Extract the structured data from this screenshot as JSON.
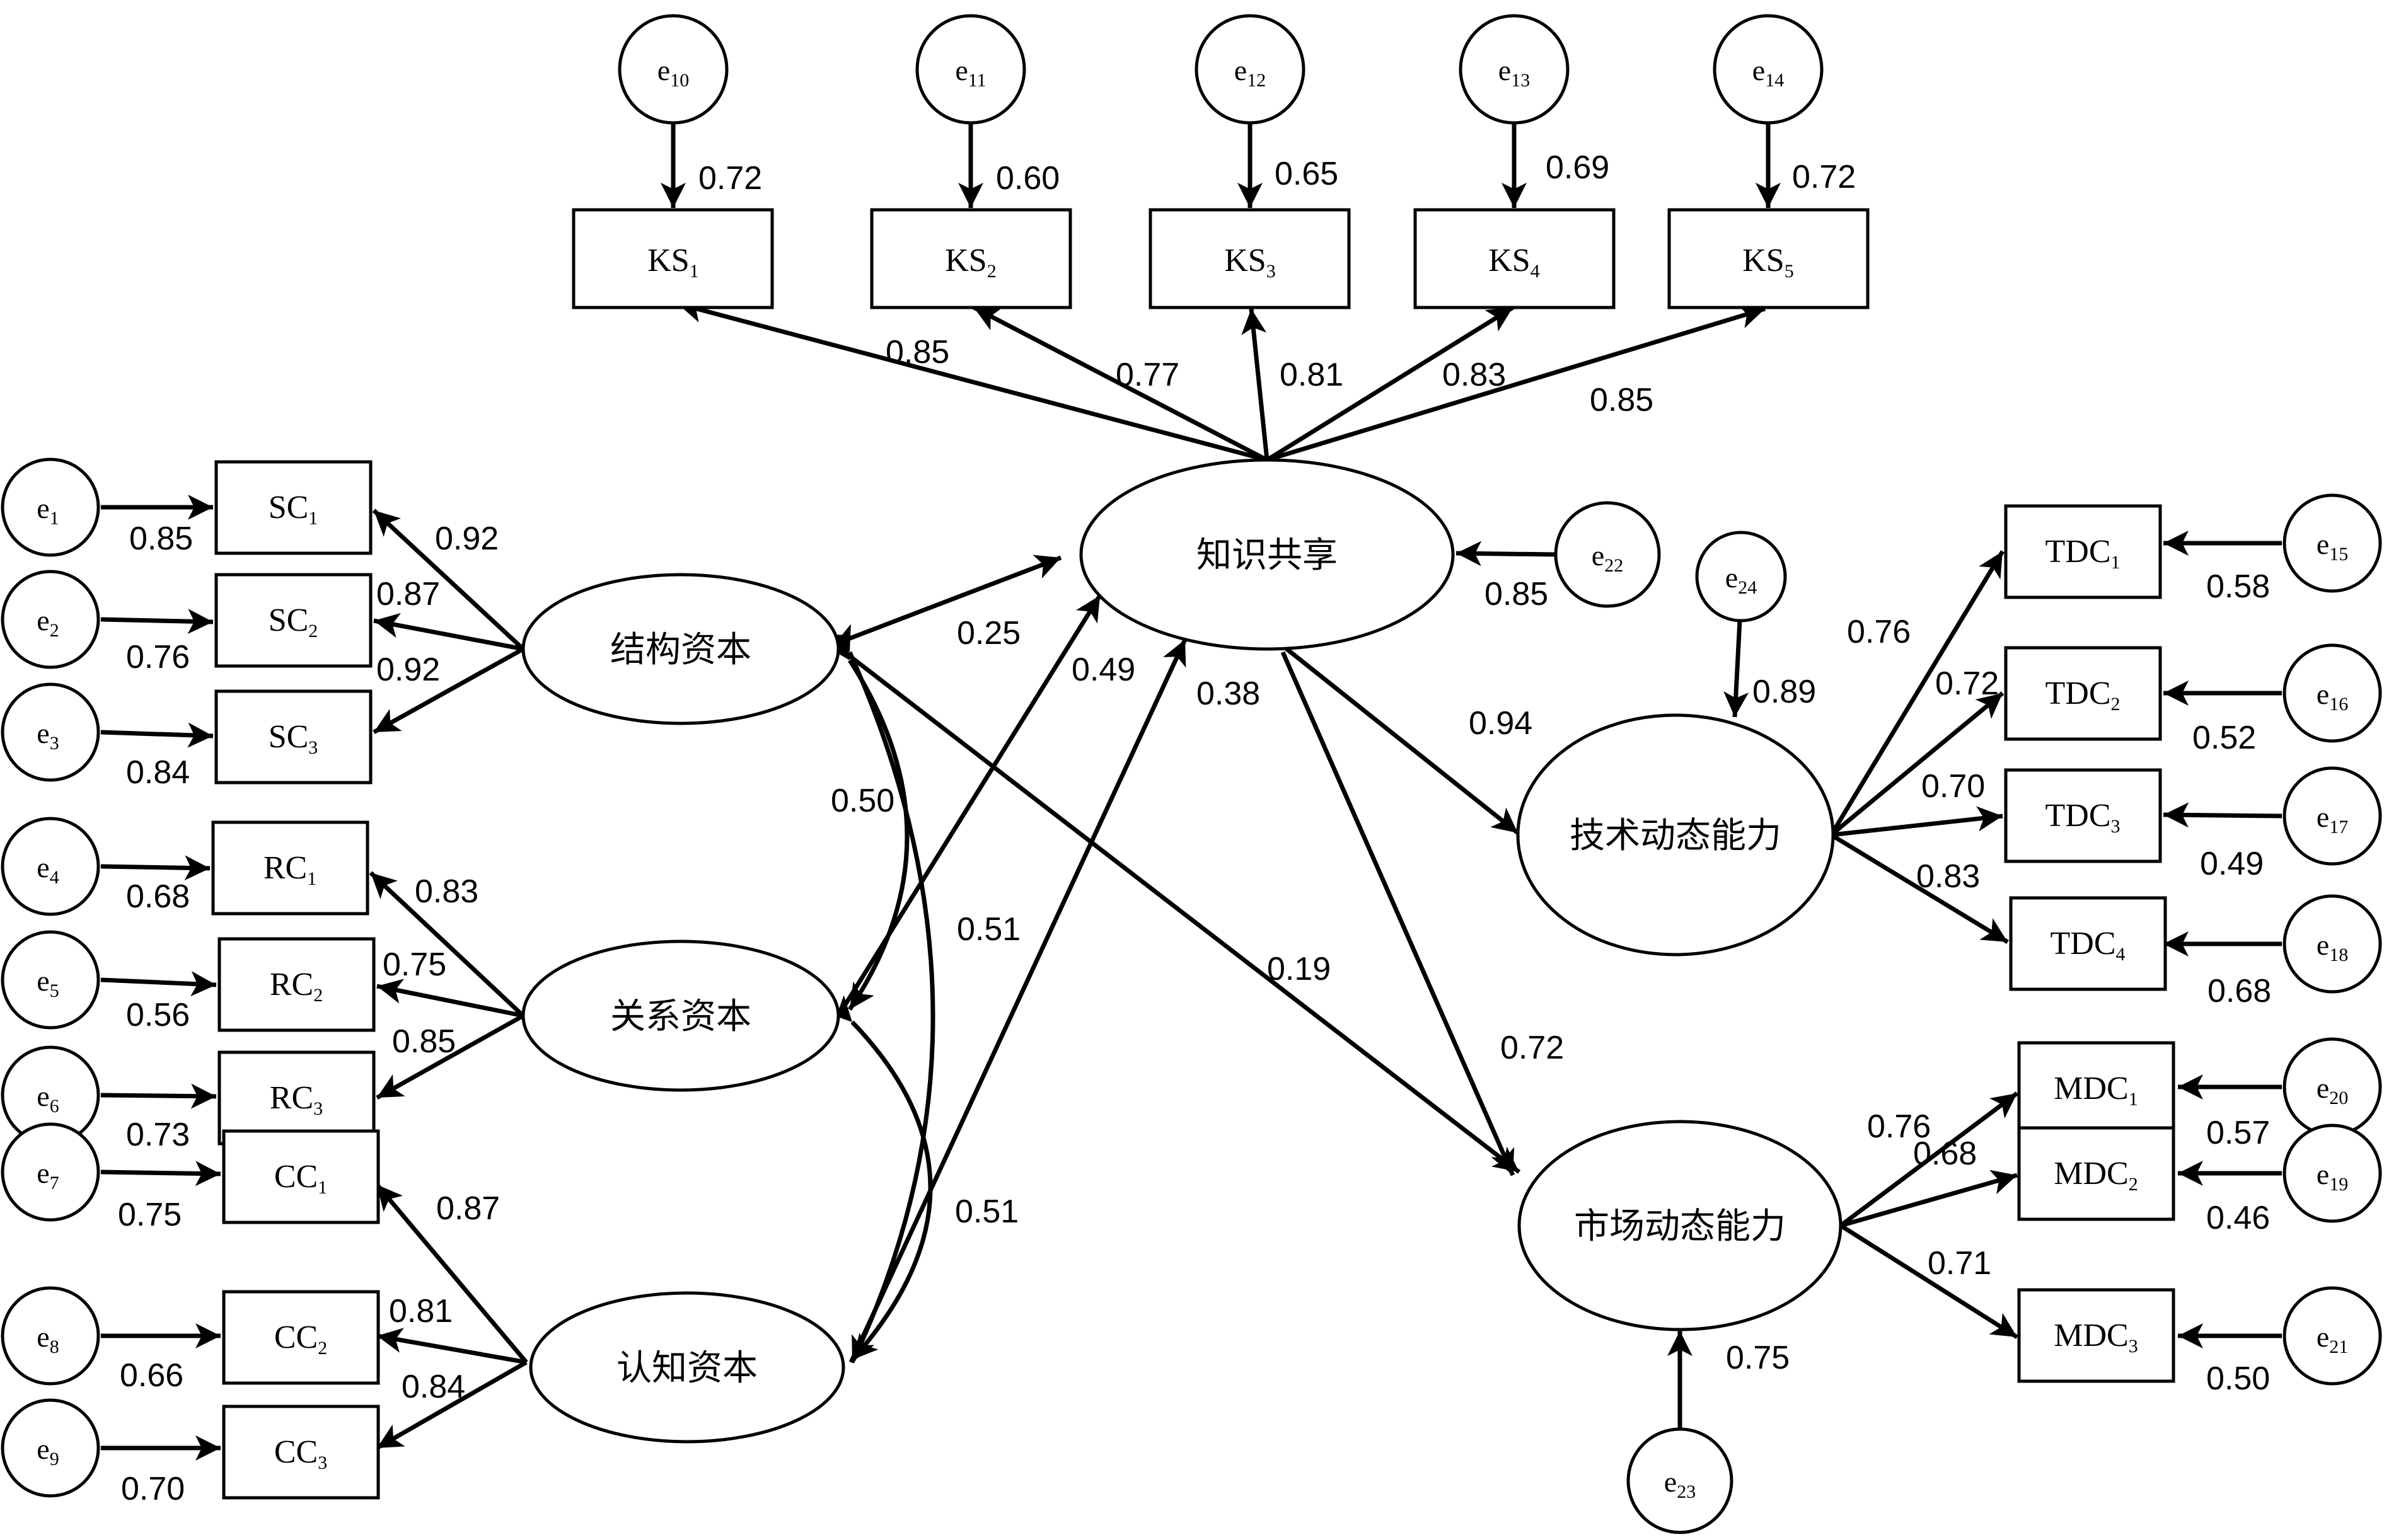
{
  "latents": {
    "sc": "结构资本",
    "rc": "关系资本",
    "cc": "认知资本",
    "ks": "知识共享",
    "tdc": "技术动态能力",
    "mdc": "市场动态能力"
  },
  "indicators": {
    "ks": [
      {
        "base": "KS",
        "sub": "1",
        "error": "10",
        "loading": "0.85",
        "error_value": "0.72"
      },
      {
        "base": "KS",
        "sub": "2",
        "error": "11",
        "loading": "0.77",
        "error_value": "0.60"
      },
      {
        "base": "KS",
        "sub": "3",
        "error": "12",
        "loading": "0.81",
        "error_value": "0.65"
      },
      {
        "base": "KS",
        "sub": "4",
        "error": "13",
        "loading": "0.83",
        "error_value": "0.69"
      },
      {
        "base": "KS",
        "sub": "5",
        "error": "14",
        "loading": "0.85",
        "error_value": "0.72"
      }
    ],
    "sc": [
      {
        "base": "SC",
        "sub": "1",
        "error": "1",
        "loading": "0.92",
        "error_value": "0.85"
      },
      {
        "base": "SC",
        "sub": "2",
        "error": "2",
        "loading": "0.87",
        "error_value": "0.76"
      },
      {
        "base": "SC",
        "sub": "3",
        "error": "3",
        "loading": "0.92",
        "error_value": "0.84"
      }
    ],
    "rc": [
      {
        "base": "RC",
        "sub": "1",
        "error": "4",
        "loading": "0.83",
        "error_value": "0.68"
      },
      {
        "base": "RC",
        "sub": "2",
        "error": "5",
        "loading": "0.75",
        "error_value": "0.56"
      },
      {
        "base": "RC",
        "sub": "3",
        "error": "6",
        "loading": "0.85",
        "error_value": "0.73"
      }
    ],
    "cc": [
      {
        "base": "CC",
        "sub": "1",
        "error": "7",
        "loading": "0.87",
        "error_value": "0.75"
      },
      {
        "base": "CC",
        "sub": "2",
        "error": "8",
        "loading": "0.81",
        "error_value": "0.66"
      },
      {
        "base": "CC",
        "sub": "3",
        "error": "9",
        "loading": "0.84",
        "error_value": "0.70"
      }
    ],
    "tdc": [
      {
        "base": "TDC",
        "sub": "1",
        "error": "15",
        "loading": "0.76",
        "error_value": "0.58"
      },
      {
        "base": "TDC",
        "sub": "2",
        "error": "16",
        "loading": "0.72",
        "error_value": "0.52"
      },
      {
        "base": "TDC",
        "sub": "3",
        "error": "17",
        "loading": "0.70",
        "error_value": "0.49"
      },
      {
        "base": "TDC",
        "sub": "4",
        "error": "18",
        "loading": "0.83",
        "error_value": "0.68"
      }
    ],
    "mdc": [
      {
        "base": "MDC",
        "sub": "1",
        "error": "20",
        "loading": "0.76",
        "error_value": "0.57"
      },
      {
        "base": "MDC",
        "sub": "2",
        "error": "19",
        "loading": "0.68",
        "error_value": "0.46"
      },
      {
        "base": "MDC",
        "sub": "3",
        "error": "21",
        "loading": "0.71",
        "error_value": "0.50"
      }
    ]
  },
  "disturbances": {
    "ks": {
      "error": "22",
      "value": "0.85"
    },
    "tdc": {
      "error": "24",
      "value": "0.89"
    },
    "mdc": {
      "error": "23",
      "value": "0.75"
    }
  },
  "paths": {
    "sc_ks": "0.25",
    "rc_ks": "0.49",
    "cc_ks": "0.38",
    "sc_mdc": "0.19",
    "ks_tdc": "0.94",
    "ks_mdc": "0.72"
  },
  "correlations": {
    "sc_rc": "0.50",
    "sc_cc": "0.51",
    "rc_cc": "0.51"
  },
  "error_prefix": "e"
}
